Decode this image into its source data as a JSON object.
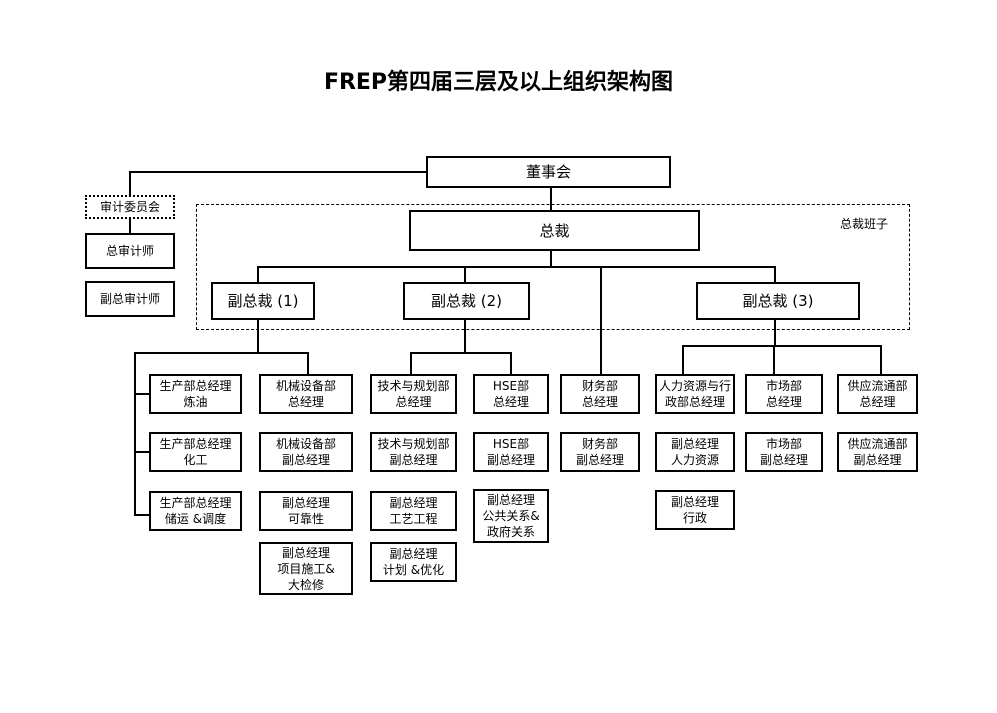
{
  "title": "FREP第四届三层及以上组织架构图",
  "group_label": "总裁班子",
  "board": "董事会",
  "ceo": "总裁",
  "audit": {
    "committee": "审计委员会",
    "chief_auditor": "总审计师",
    "deputy_chief_auditor": "副总审计师"
  },
  "vps": [
    {
      "label": "副总裁 (1)"
    },
    {
      "label": "副总裁 (2)"
    },
    {
      "label": "副总裁 (3)"
    }
  ],
  "departments": {
    "production": [
      {
        "line1": "生产部总经理",
        "line2": "炼油"
      },
      {
        "line1": "生产部总经理",
        "line2": "化工"
      },
      {
        "line1": "生产部总经理",
        "line2": "储运 &调度"
      }
    ],
    "mechanical": [
      {
        "line1": "机械设备部",
        "line2": "总经理"
      },
      {
        "line1": "机械设备部",
        "line2": "副总经理"
      },
      {
        "line1": "副总经理",
        "line2": "可靠性"
      },
      {
        "line1": "副总经理",
        "line2": "项目施工&",
        "line3": "大检修"
      }
    ],
    "tech_planning": [
      {
        "line1": "技术与规划部",
        "line2": "总经理"
      },
      {
        "line1": "技术与规划部",
        "line2": "副总经理"
      },
      {
        "line1": "副总经理",
        "line2": "工艺工程"
      },
      {
        "line1": "副总经理",
        "line2": "计划 &优化"
      }
    ],
    "hse": [
      {
        "line1": "HSE部",
        "line2": "总经理"
      },
      {
        "line1": "HSE部",
        "line2": "副总经理"
      },
      {
        "line1": "副总经理",
        "line2": "公共关系&",
        "line3": "政府关系"
      }
    ],
    "finance": [
      {
        "line1": "财务部",
        "line2": "总经理"
      },
      {
        "line1": "财务部",
        "line2": "副总经理"
      }
    ],
    "hr_admin": [
      {
        "line1": "人力资源与行",
        "line2": "政部总经理"
      },
      {
        "line1": "副总经理",
        "line2": "人力资源"
      },
      {
        "line1": "副总经理",
        "line2": "行政"
      }
    ],
    "marketing": [
      {
        "line1": "市场部",
        "line2": "总经理"
      },
      {
        "line1": "市场部",
        "line2": "副总经理"
      }
    ],
    "supply": [
      {
        "line1": "供应流通部",
        "line2": "总经理"
      },
      {
        "line1": "供应流通部",
        "line2": "副总经理"
      }
    ]
  }
}
